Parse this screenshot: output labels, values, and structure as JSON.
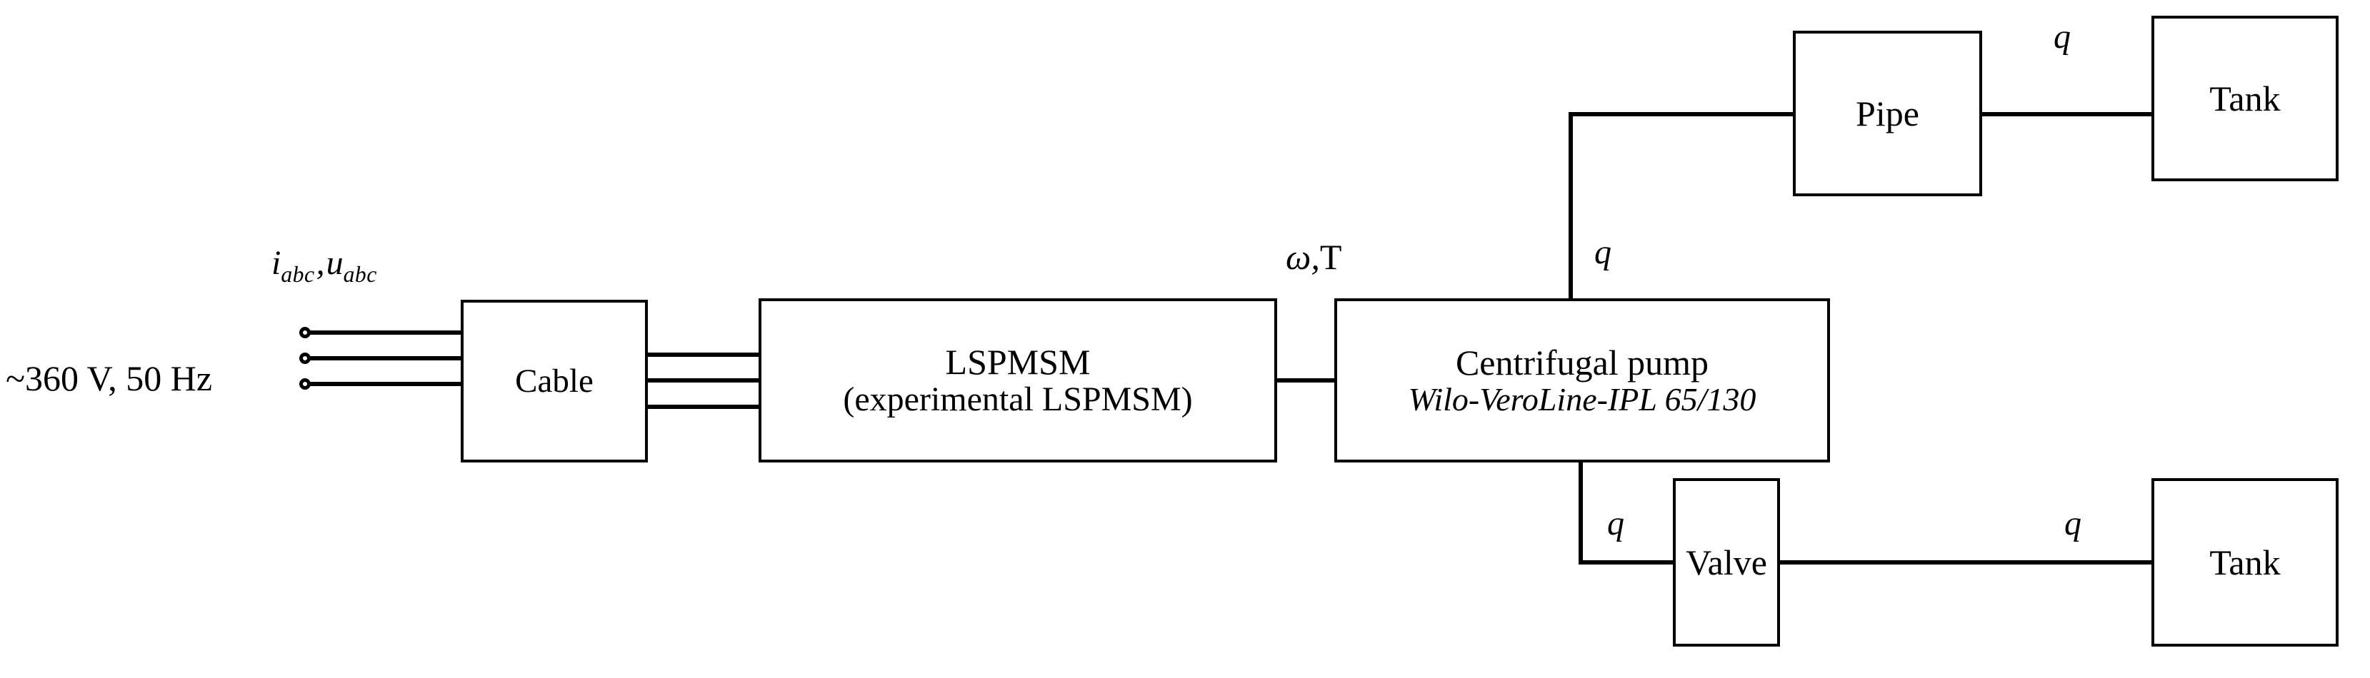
{
  "diagram": {
    "title": "LSPMSM driven centrifugal pump system block diagram",
    "type": "block-diagram",
    "colors": {
      "stroke": "#000000",
      "background": "#ffffff"
    }
  },
  "source": {
    "supply_label": "~360 V, 50 Hz",
    "terminal_count": 3
  },
  "signals": {
    "current": "i",
    "current_sub": "abc",
    "separator": ",",
    "voltage": "u",
    "voltage_sub": "abc",
    "mech_omega": "ω",
    "mech_sep": ",",
    "mech_torque": "T",
    "flow": "q"
  },
  "blocks": {
    "cable": {
      "line1": "Cable"
    },
    "motor": {
      "line1": "LSPMSM",
      "line2": "(experimental LSPMSM)"
    },
    "pump": {
      "line1": "Centrifugal pump",
      "line2": "Wilo-VeroLine-IPL 65/130"
    },
    "pipe": {
      "line1": "Pipe"
    },
    "tank_top": {
      "line1": "Tank"
    },
    "valve": {
      "line1": "Valve"
    },
    "tank_bottom": {
      "line1": "Tank"
    }
  },
  "flow_labels": {
    "riser": "q",
    "pipe_to_tank": "q",
    "drop": "q",
    "valve_to_tank": "q"
  }
}
